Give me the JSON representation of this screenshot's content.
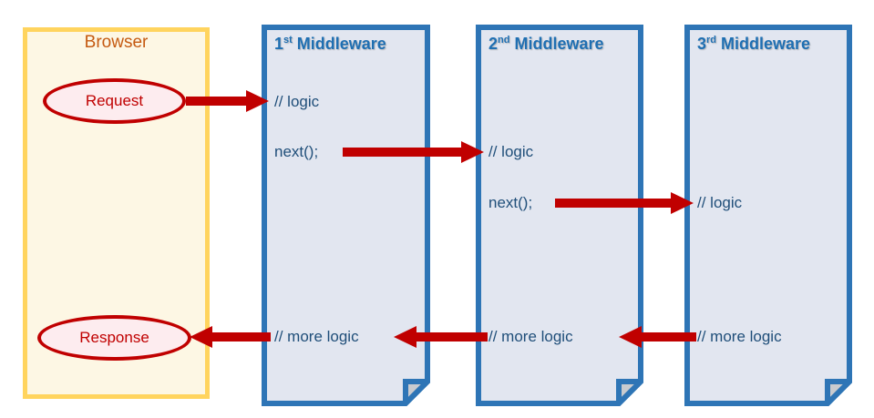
{
  "diagram": {
    "title": "Express middleware request/response flow",
    "type": "flow-diagram",
    "colors": {
      "browser_border": "#FFD45E",
      "browser_fill": "#FDF7E4",
      "browser_label": "#C55A11",
      "middleware_border": "#2E75B6",
      "middleware_fill": "#E2E6F0",
      "middleware_title": "#1F6FB2",
      "code_text": "#1F4E79",
      "arrow": "#C00000",
      "bubble_border": "#C00000",
      "bubble_fill": "#FDECEF",
      "bubble_text": "#C00000",
      "canvas": "#FFFFFF"
    }
  },
  "browser": {
    "label": "Browser",
    "request_bubble": "Request",
    "response_bubble": "Response"
  },
  "middlewares": [
    {
      "ordinal": "1",
      "ordinal_suffix": "st",
      "title_rest": " Middleware",
      "title_full": "1st Middleware",
      "lines": {
        "logic": "// logic",
        "next": "next();",
        "more_logic": "// more logic"
      }
    },
    {
      "ordinal": "2",
      "ordinal_suffix": "nd",
      "title_rest": " Middleware",
      "title_full": "2nd Middleware",
      "lines": {
        "logic": "// logic",
        "next": "next();",
        "more_logic": "// more logic"
      }
    },
    {
      "ordinal": "3",
      "ordinal_suffix": "rd",
      "title_rest": " Middleware",
      "title_full": "3rd Middleware",
      "lines": {
        "logic": "// logic",
        "more_logic": "// more logic"
      }
    }
  ],
  "arrows": [
    {
      "name": "request-to-mw1",
      "direction": "right",
      "from": "Request",
      "to": "1st Middleware // logic"
    },
    {
      "name": "mw1-next-to-mw2",
      "direction": "right",
      "from": "1st Middleware next();",
      "to": "2nd Middleware // logic"
    },
    {
      "name": "mw2-next-to-mw3",
      "direction": "right",
      "from": "2nd Middleware next();",
      "to": "3rd Middleware // logic"
    },
    {
      "name": "mw3-to-mw2-return",
      "direction": "left",
      "from": "3rd Middleware // more logic",
      "to": "2nd Middleware // more logic"
    },
    {
      "name": "mw2-to-mw1-return",
      "direction": "left",
      "from": "2nd Middleware // more logic",
      "to": "1st Middleware // more logic"
    },
    {
      "name": "mw1-to-response",
      "direction": "left",
      "from": "1st Middleware // more logic",
      "to": "Response"
    }
  ]
}
